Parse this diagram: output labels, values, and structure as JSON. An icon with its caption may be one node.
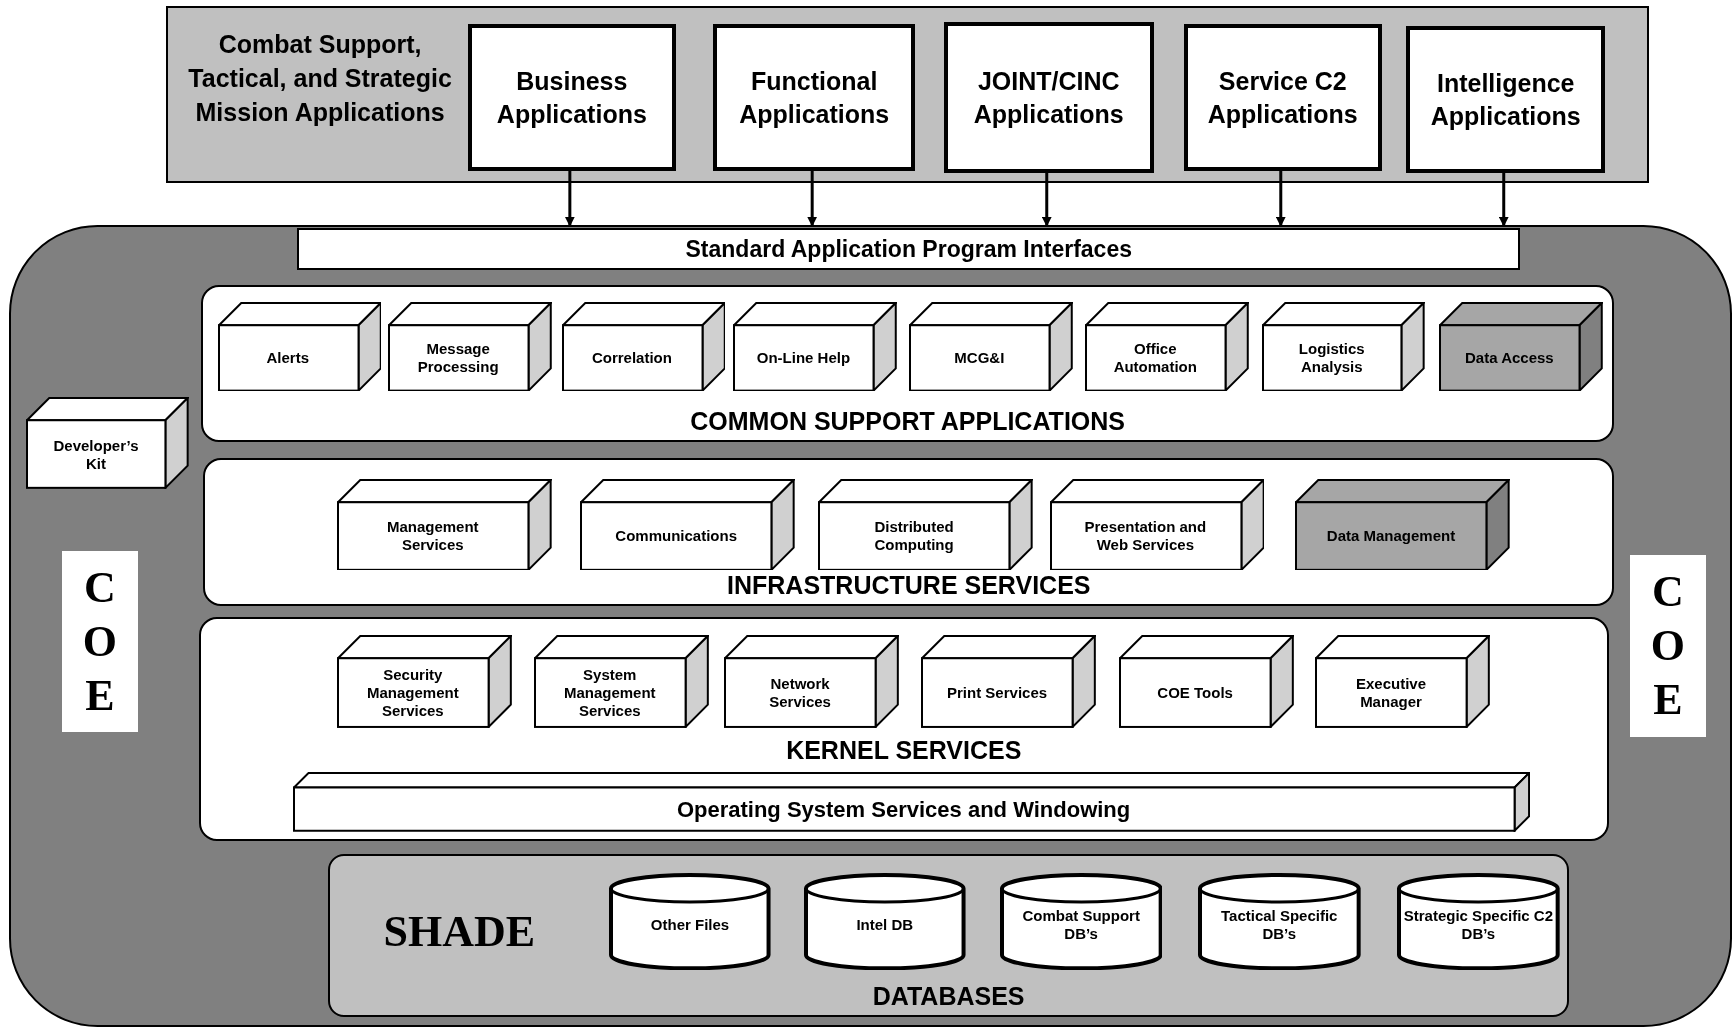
{
  "diagram": {
    "nodes": [
      {
        "text": [
          "Combat Support, Tactical, and Strategic Mission Applications"
        ]
      },
      {
        "text": [
          "Business Applications"
        ],
        "in": 0
      },
      {
        "text": [
          "Functional Applications"
        ],
        "in": 0
      },
      {
        "text": [
          "JOINT/CINC Applications"
        ],
        "in": 0
      },
      {
        "text": [
          "Service C2 Applications"
        ],
        "in": 0
      },
      {
        "text": [
          "Intelligence Applications"
        ],
        "in": 0
      },
      {
        "text": [
          "COE",
          "COE"
        ]
      },
      {
        "text": [
          "Standard Application Program Interfaces"
        ],
        "in": 6
      },
      {
        "text": [
          "COMMON SUPPORT APPLICATIONS"
        ],
        "in": 6
      },
      {
        "text": [
          "Alerts"
        ],
        "in": 8
      },
      {
        "text": [
          "Message Processing"
        ],
        "in": 8
      },
      {
        "text": [
          "Correlation"
        ],
        "in": 8
      },
      {
        "text": [
          "On-Line Help"
        ],
        "in": 8
      },
      {
        "text": [
          "MCG&I"
        ],
        "in": 8
      },
      {
        "text": [
          "Office Automation"
        ],
        "in": 8
      },
      {
        "text": [
          "Logistics Analysis"
        ],
        "in": 8
      },
      {
        "text": [
          "Data Access"
        ],
        "in": 8
      },
      {
        "text": [
          "Developer’s Kit"
        ],
        "in": 6
      },
      {
        "text": [
          "INFRASTRUCTURE SERVICES"
        ],
        "in": 6
      },
      {
        "text": [
          "Management Services"
        ],
        "in": 18
      },
      {
        "text": [
          "Communications"
        ],
        "in": 18
      },
      {
        "text": [
          "Distributed Computing"
        ],
        "in": 18
      },
      {
        "text": [
          "Presentation and Web Services"
        ],
        "in": 18
      },
      {
        "text": [
          "Data Management"
        ],
        "in": 18
      },
      {
        "text": [
          "KERNEL SERVICES"
        ],
        "in": 6
      },
      {
        "text": [
          "Security Management Services"
        ],
        "in": 24
      },
      {
        "text": [
          "System Management Services"
        ],
        "in": 24
      },
      {
        "text": [
          "Network Services"
        ],
        "in": 24
      },
      {
        "text": [
          "Print Services"
        ],
        "in": 24
      },
      {
        "text": [
          "COE Tools"
        ],
        "in": 24
      },
      {
        "text": [
          "Executive Manager"
        ],
        "in": 24
      },
      {
        "text": [
          "Operating System Services and Windowing"
        ],
        "in": 24
      },
      {
        "text": [
          "SHADE",
          "DATABASES"
        ],
        "in": 6
      },
      {
        "text": [
          "Other Files"
        ],
        "in": 32
      },
      {
        "text": [
          "Intel DB"
        ],
        "in": 32
      },
      {
        "text": [
          "Combat Support DB’s"
        ],
        "in": 32
      },
      {
        "text": [
          "Tactical Specific DB’s"
        ],
        "in": 32
      },
      {
        "text": [
          "Strategic Specific C2 DB’s"
        ],
        "in": 32
      }
    ],
    "edges": [
      {
        "from": 1,
        "to": 7,
        "arrow": "to"
      },
      {
        "from": 2,
        "to": 7,
        "arrow": "to"
      },
      {
        "from": 3,
        "to": 7,
        "arrow": "to"
      },
      {
        "from": 4,
        "to": 7,
        "arrow": "to"
      },
      {
        "from": 5,
        "to": 7,
        "arrow": "to"
      }
    ]
  }
}
